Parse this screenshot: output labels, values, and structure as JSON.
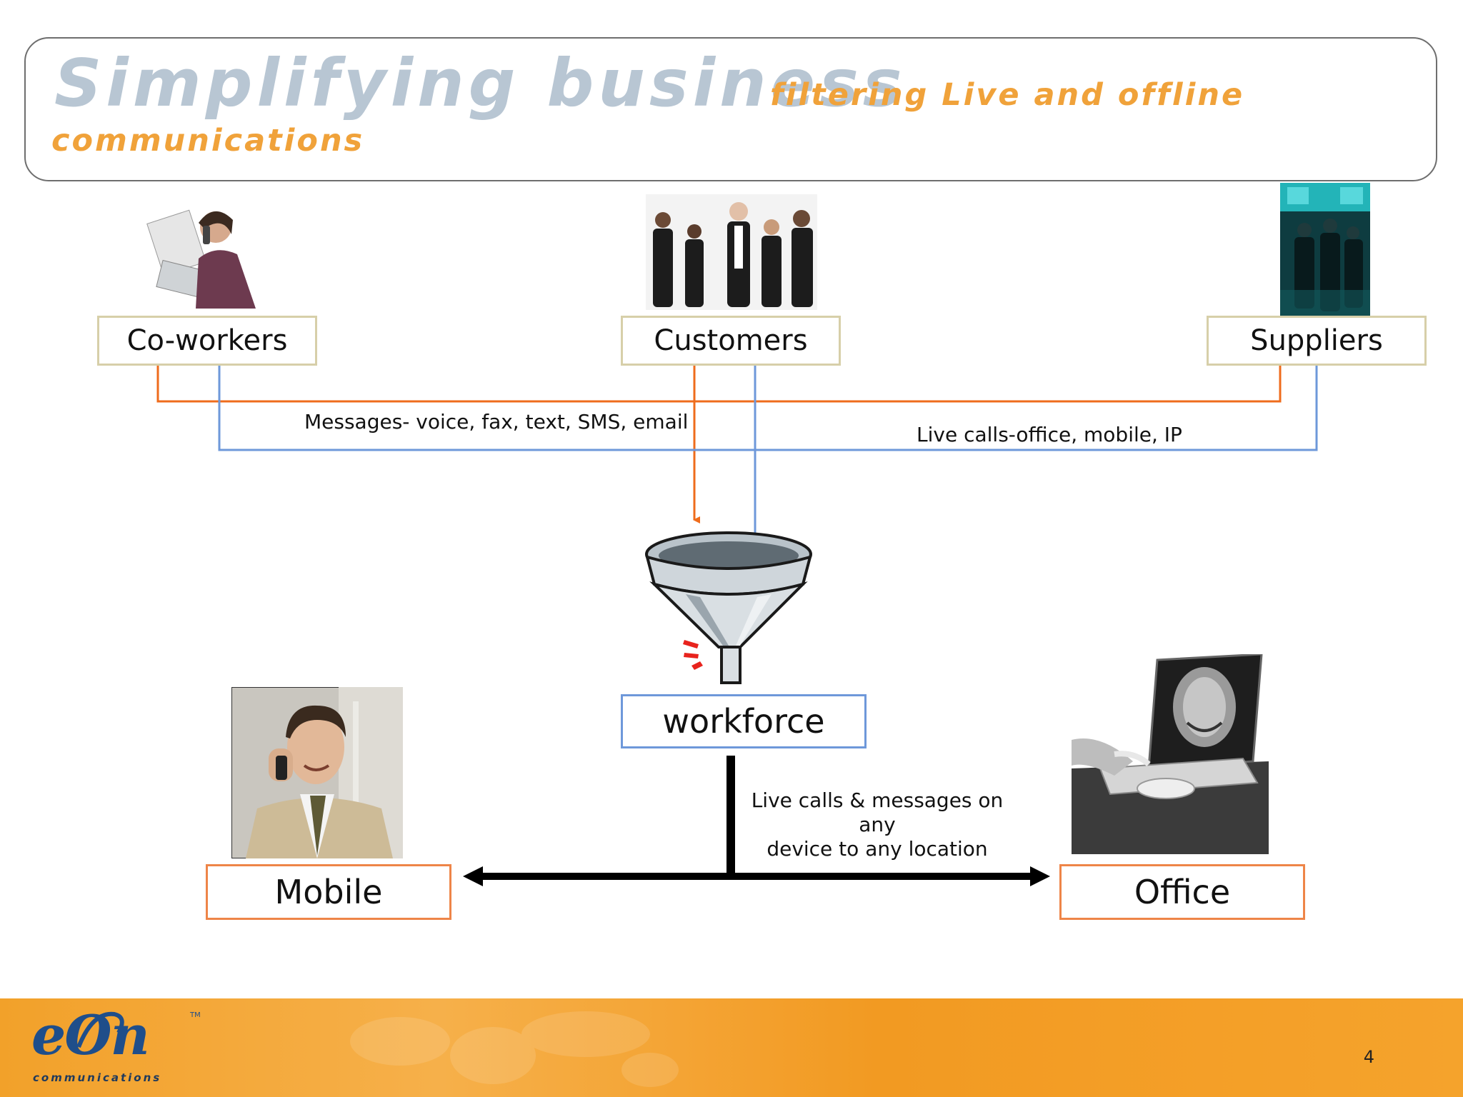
{
  "title": {
    "main": "Simplifying business",
    "sub_line1": "filtering Live and offline",
    "sub_line2": "communications"
  },
  "sources": {
    "coworkers": "Co-workers",
    "customers": "Customers",
    "suppliers": "Suppliers"
  },
  "flows": {
    "messages": "Messages- voice, fax, text, SMS, email",
    "live_calls": "Live calls-office, mobile, IP"
  },
  "hub": "workforce",
  "delivery": {
    "line1": "Live calls & messages on any",
    "line2": "device to any location"
  },
  "destinations": {
    "mobile": "Mobile",
    "office": "Office"
  },
  "footer": {
    "logo_text": "eOn",
    "logo_sub": "communications",
    "logo_tm": "TM",
    "page_number": "4"
  },
  "colors": {
    "messages_line": "#ef6c1c",
    "live_calls_line": "#6e98da",
    "title_main": "#b8c6d3",
    "title_sub": "#f0a23a",
    "footer": "#f29a22",
    "logo": "#1f4e8a"
  }
}
